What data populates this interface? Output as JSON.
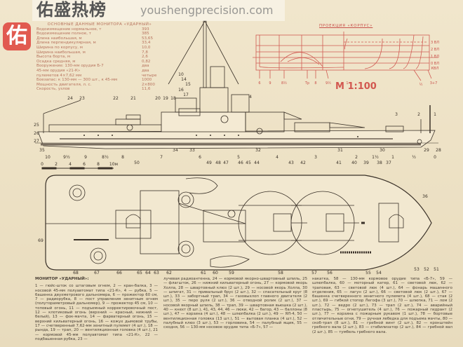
{
  "watermark": {
    "logo_char": "佑",
    "brand": "佑盛热榜",
    "url": "youshengprecision.com"
  },
  "specs": {
    "title": "ОСНОВНЫЕ ДАННЫЕ МОНИТОРА «УДАРНЫЙ»",
    "rows": [
      {
        "label": "Водоизмещение нормальное, т",
        "value": "393"
      },
      {
        "label": "Водоизмещение полное, т",
        "value": "385"
      },
      {
        "label": "Длина наибольшая, м",
        "value": "53,65"
      },
      {
        "label": "Длина перпендикулярная, м",
        "value": "33,4"
      },
      {
        "label": "Ширина по корпусу, м",
        "value": "10,0"
      },
      {
        "label": "Ширина наибольшая, м",
        "value": "7,8"
      },
      {
        "label": "Высота борта, м",
        "value": "2,6"
      },
      {
        "label": "Осадка средняя, м",
        "value": "0,82"
      },
      {
        "label": "Вооружение: 130-мм орудия Б-7",
        "value": "два"
      },
      {
        "label": "45-мм орудия «21-К»",
        "value": "два"
      },
      {
        "label": "пулеметов 4×7,62 мм",
        "value": "четыре"
      },
      {
        "label": "Боезапас: к 130-мм — 300 шт., к 45-мм",
        "value": "1000"
      },
      {
        "label": "Мощность двигателя, л. с.",
        "value": "2×800"
      },
      {
        "label": "Скорость, узлов",
        "value": "11,6"
      }
    ]
  },
  "lines_plan": {
    "title": "ПРОЕКЦИЯ «КОРПУС»",
    "scale": "М 1:100",
    "waterlines": [
      "3 ВЛ",
      "2 ВЛ",
      "1 ВЛ",
      "0 ВЛ",
      "КВЛ"
    ],
    "stations": [
      "6",
      "9",
      "8½",
      "Тр",
      "8",
      "9½",
      "1",
      "½",
      "3+7"
    ]
  },
  "side_view": {
    "callouts": [
      "23",
      "24",
      "22",
      "21",
      "20",
      "19",
      "18",
      "4",
      "25",
      "26",
      "27",
      "35",
      "34",
      "33",
      "32",
      "31",
      "30",
      "29",
      "28",
      "3",
      "2",
      "1",
      "10",
      "14",
      "15",
      "16",
      "17"
    ]
  },
  "stations": [
    "10",
    "9½",
    "9",
    "8½",
    "8",
    "7",
    "6",
    "5",
    "4",
    "3",
    "2",
    "1½",
    "1",
    "½",
    "0"
  ],
  "scale_bar": [
    "0",
    "2",
    "4",
    "6",
    "8",
    "10м"
  ],
  "plan_view": {
    "callouts_top": [
      "50",
      "49",
      "48",
      "47",
      "46",
      "45",
      "44",
      "43",
      "42",
      "41",
      "40",
      "39",
      "38",
      "37"
    ],
    "callouts_bottom": [
      "68",
      "67",
      "66",
      "65",
      "64",
      "63",
      "62",
      "61",
      "60",
      "59",
      "58",
      "57",
      "56",
      "55",
      "54",
      "53",
      "52",
      "51"
    ],
    "callouts_side": [
      "69",
      "36"
    ]
  },
  "captions": {
    "title": "МОНИТОР «УДАРНЫЙ»:",
    "col1": "1 — гюйс-шток со штаговым огнем, 2 — кран-балка, 3 — носовой 45-мм полуавтомат типа «21-К», 4 — рубка, 5 — башенка двухметрового дальномера, 6 — прожектор 60 см, 7 — радиорубка, 8 — пост управления зенитным огнем (полутораметровый дальномер), 9 — прожектор 45 см, 10 — топовый огонь, 11 — подъемный корректировочный пост, 12 — клотиковый огонь (верхний — красный, нижний — белый), 13 — фок-мачта, 14 — фарватерный огонь, 15 — верхний кильватерный огонь, 16 — кожух дымовой трубы, 17 — счетверенный 7,62-мм зенитный пулемет (4 шт.), 18 — рында, 19 — трап, 20 — вентиляционная головка (4 шт.), 21 — кормовой 45-мм полуавтомат типа «21-К», 22 — подбашенная рубка, 23 —",
    "col2": "лучевая радиоантенна, 24 — кормовой якорно-швартовный шпиль, 25 — флагшток, 26 — нижний кильватерный огонь, 27 — кормовой якорь Холла, 28 — швартовный клюз (2 шт.), 29 — носовой якорь Холла, 30 — шпигат, 31 — привальный брус (2 шт.), 32 — спасательный круг (8 шт.), 33 — забортный трап, 34 — газовыхлоп главного двигателя (2 шт.), 35 — перо руля (2 шт.), 36 — отводной ролик (2 шт.), 37 — носовой якорный шпиль, 38 — трап, 39 — швартовная вьюшка (2 шт.), 40 — кнехт (8 шт.), 41, 43, 44, 46 — люки, 42 — багор, 43 — баллоны (8 шт.), 47 — корзина (4 шт.), 48 — шлюпбалка (2 шт.), 49 — ЯЛ-4, 50 — вентиляционная головка (13 шт.), 51 — вытовая планка (4 шт.), 52 — палубный клюз (3 шт.), 53 — горловина, 54 — палубный ящик, 55 — сходня, 56 — 130-мм носовое орудие типа «Б-7», 57 —",
    "col3": "накатка, 58 — 130-мм кормовое орудие типа «Б-7», 59 — шлюпбалка, 60 — моторный катер, 61 — световой люк, 62 — траповая, 63 — световой люк (4 шт.), 64 — фонарь машинного отделения, 65 — лагун (2 шт.), 66 — световой люк (2 шт.), 67 — башенка счетверенного зенитного пулемета (4 шт.), 68 — стая (2 шт.), 69 — гибкой стопор Легофа (3 шт.), 70 — шлюпка, 71 — лом (2 шт.), 72 — ведро (2 шт.), 73 — трап (2 шт.), 74 — аварийный пластырь, 75 — огнетушитель (4 шт.), 76 — пожарный гидрант (2 шт.), 77 — корзина с пожарным рукавом (1 шт.), 78 — бортовые отличительные огни, 79 — ручная лебедка для подъема мачты, 80 — скоб-трап (8 шт.), 81 — гребной винт (2 шт.), 82 — кронштейн гребного вала (2 шт.), 83 — стабилизатор (2 шт.), 84 — гребной вал (2 шт.), 85 — тумбель гребного вала."
  },
  "colors": {
    "paper": "#eee2c6",
    "ink": "#3a3128",
    "red": "#c8504a"
  }
}
